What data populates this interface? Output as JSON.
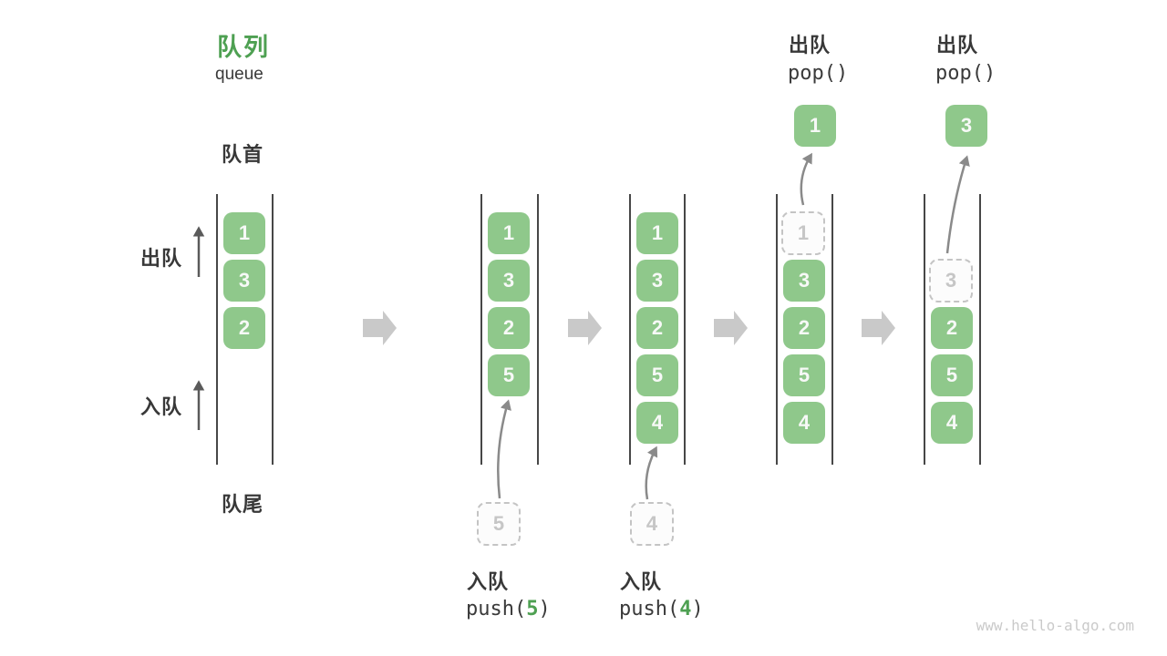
{
  "header": {
    "title_zh": "队列",
    "title_en": "queue"
  },
  "side": {
    "front": "队首",
    "rear": "队尾",
    "dequeue": "出队",
    "enqueue": "入队"
  },
  "states": [
    {
      "cells": [
        "1",
        "3",
        "2"
      ]
    },
    {
      "cells": [
        "1",
        "3",
        "2",
        "5"
      ],
      "incoming": "5"
    },
    {
      "cells": [
        "1",
        "3",
        "2",
        "5",
        "4"
      ],
      "incoming": "4"
    },
    {
      "ghost": "1",
      "cells": [
        "3",
        "2",
        "5",
        "4"
      ],
      "popped": "1"
    },
    {
      "ghost": "3",
      "cells": [
        "2",
        "5",
        "4"
      ],
      "popped": "3"
    }
  ],
  "ops": {
    "push5": {
      "label": "入队",
      "code_pre": "push(",
      "arg": "5",
      "code_post": ")"
    },
    "push4": {
      "label": "入队",
      "code_pre": "push(",
      "arg": "4",
      "code_post": ")"
    },
    "pop1": {
      "label": "出队",
      "code": "pop()"
    },
    "pop2": {
      "label": "出队",
      "code": "pop()"
    }
  },
  "watermark": "www.hello-algo.com",
  "colors": {
    "box_green": "#8FC88B",
    "accent_green": "#4EA052",
    "text_dark": "#3A3A3A",
    "ghost_gray": "#C6C6C6",
    "curve_arrow_gray": "#8A8A8A",
    "block_arrow_gray": "#C9C9C9",
    "wall_gray": "#474747"
  }
}
